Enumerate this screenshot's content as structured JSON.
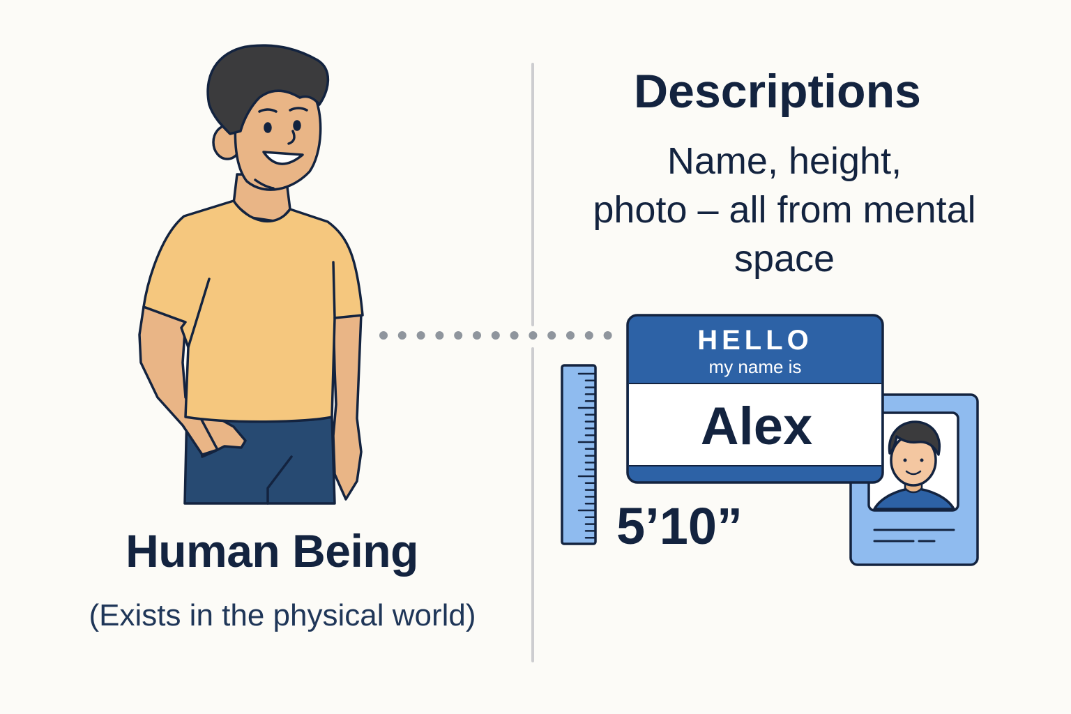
{
  "left": {
    "title": "Human Being",
    "subtitle": "(Exists in the physical world)"
  },
  "right": {
    "title": "Descriptions",
    "body_lines": [
      "Name, height,",
      "photo – all from mental",
      "space"
    ]
  },
  "name_tag": {
    "header": "HELLO",
    "subheader": "my name is",
    "name": "Alex"
  },
  "height_label": "5’10”",
  "colors": {
    "background": "#fcfbf7",
    "text": "#13233f",
    "tag_blue": "#2d62a6",
    "photo_card": "#8fbbef",
    "ruler": "#8fbbef",
    "shirt": "#f5c77e",
    "skin": "#e9b586",
    "hair": "#3b3b3d",
    "jeans": "#274a72",
    "divider": "#cdcdd0",
    "dots": "#8f959d"
  },
  "icons": [
    "person-illustration",
    "ruler-icon",
    "name-tag-icon",
    "photo-id-card-icon"
  ]
}
